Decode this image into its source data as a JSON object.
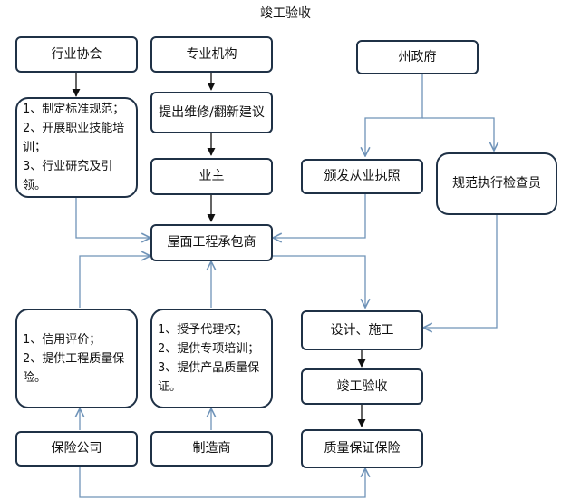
{
  "title": "竣工验收",
  "nodes": {
    "industry_assoc": "行业协会",
    "professional_org": "专业机构",
    "state_gov": "州政府",
    "assoc_duties": [
      "1、制定标准规范；",
      "2、开展职业技能培训；",
      "3、行业研究及引领。"
    ],
    "repair_advice": "提出维修/翻新建议",
    "owner": "业主",
    "license": "颁发从业执照",
    "inspector": "规范执行检查员",
    "contractor": "屋面工程承包商",
    "insurance_duties": [
      "1、信用评价；",
      "2、提供工程质量保险。"
    ],
    "manufacturer_duties": [
      "1、授予代理权；",
      "2、提供专项培训；",
      "3、提供产品质量保证。"
    ],
    "design_build": "设计、施工",
    "acceptance": "竣工验收",
    "insurance_co": "保险公司",
    "manufacturer": "制造商",
    "quality_warranty": "质量保证保险"
  }
}
